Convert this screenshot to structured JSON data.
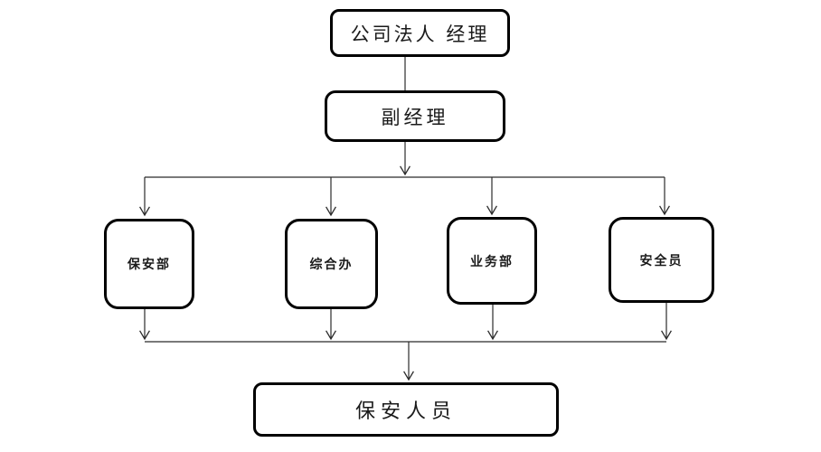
{
  "diagram": {
    "type": "org-chart",
    "nodes": {
      "top": {
        "label": "公司法人 经理"
      },
      "deputy": {
        "label": "副经理"
      },
      "dept1": {
        "label": "保安部"
      },
      "dept2": {
        "label": "综合办"
      },
      "dept3": {
        "label": "业务部"
      },
      "dept4": {
        "label": "安全员"
      },
      "staff": {
        "label": "保安人员"
      }
    },
    "connections": [
      {
        "from": "top",
        "to": "deputy"
      },
      {
        "from": "deputy",
        "to": "dept1"
      },
      {
        "from": "deputy",
        "to": "dept2"
      },
      {
        "from": "deputy",
        "to": "dept3"
      },
      {
        "from": "deputy",
        "to": "dept4"
      },
      {
        "from": "dept1",
        "to": "staff"
      },
      {
        "from": "dept2",
        "to": "staff"
      },
      {
        "from": "dept3",
        "to": "staff"
      },
      {
        "from": "dept4",
        "to": "staff"
      }
    ],
    "colors": {
      "box_border": "#000000",
      "line": "#2b2b2b",
      "background": "#ffffff",
      "text": "#1a1a1a"
    }
  }
}
